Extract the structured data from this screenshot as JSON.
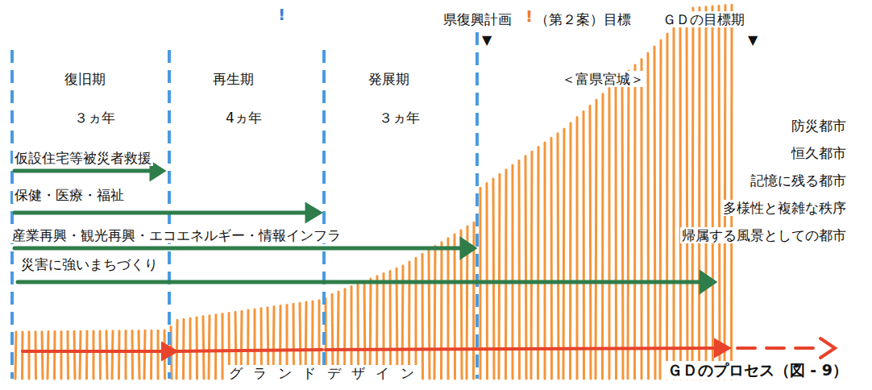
{
  "diagram": {
    "caption": "ＧＤのプロセス（図 - 9）",
    "labels": [
      "!",
      "▼",
      "県復興計画",
      "!",
      "（第２案）目標",
      "ＧＤの目標期",
      "▼",
      "復旧期",
      "３ヵ年",
      "再生期",
      "4ヵ年",
      "発展期",
      "３ヵ年",
      "＜富県宮城＞",
      "防災都市",
      "恒久都市",
      "記憶に残る都市",
      "多様性と複雑な秩序",
      "帰属する風景としての都市",
      "仮設住宅等被災者救援",
      "保健・医療・福祉",
      "産業再興・観光再興・エコエネルギー・情報インフラ",
      "災害に強いまちづくり",
      "グ ラ ン ド デ ザ イ ン"
    ]
  }
}
